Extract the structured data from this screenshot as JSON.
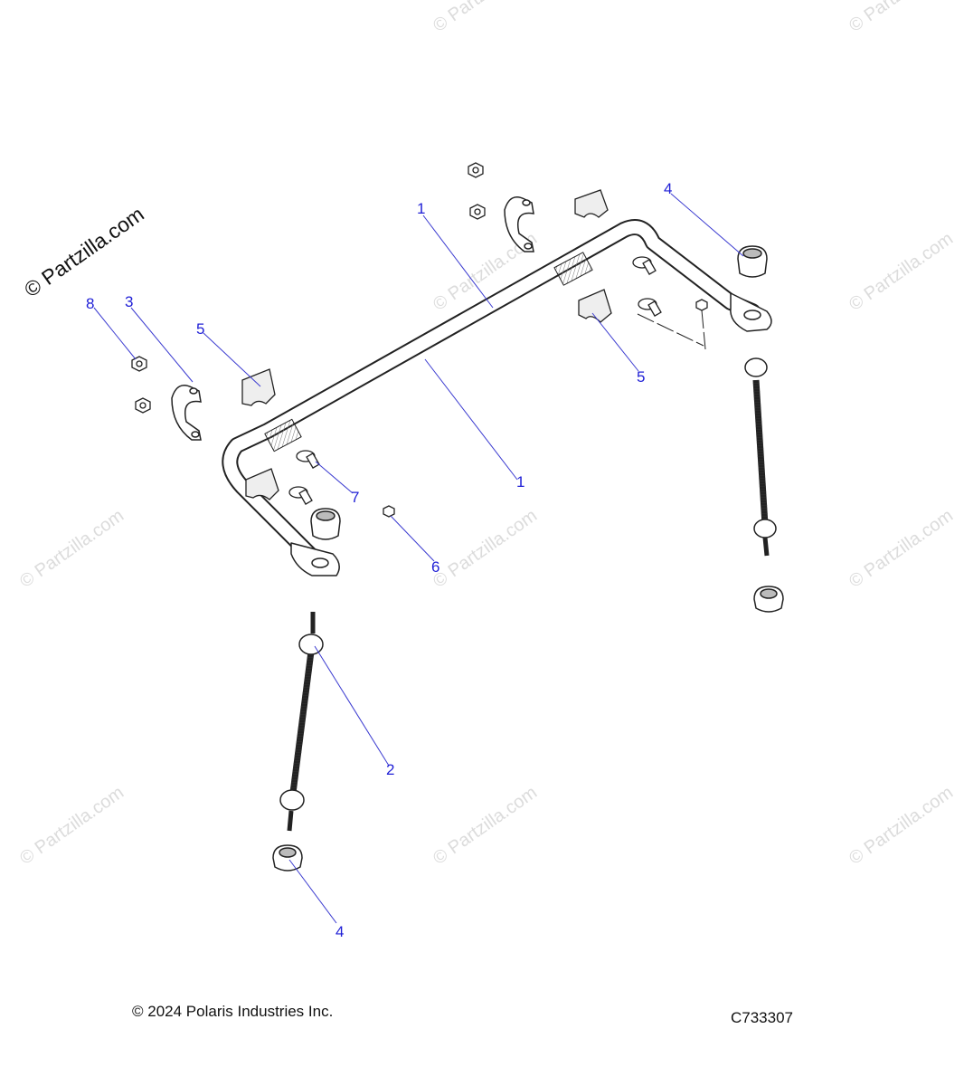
{
  "watermark_main": "© Partzilla.com",
  "watermark": "© Partzilla.com",
  "callouts": {
    "bar_upper": "1",
    "bar_lower": "1",
    "link_left": "2",
    "clamp_left": "3",
    "bushing_right_top": "4",
    "bushing_left_bottom": "4",
    "retainer_left": "5",
    "retainer_right": "5",
    "nut_small": "6",
    "bolt": "7",
    "nut_flange": "8"
  },
  "footer": {
    "copyright": "© 2024 Polaris Industries Inc.",
    "diagram_id": "C733307"
  },
  "colors": {
    "callout": "#1f1fd6",
    "line": "#222222",
    "watermark": "#dcdcdc"
  }
}
